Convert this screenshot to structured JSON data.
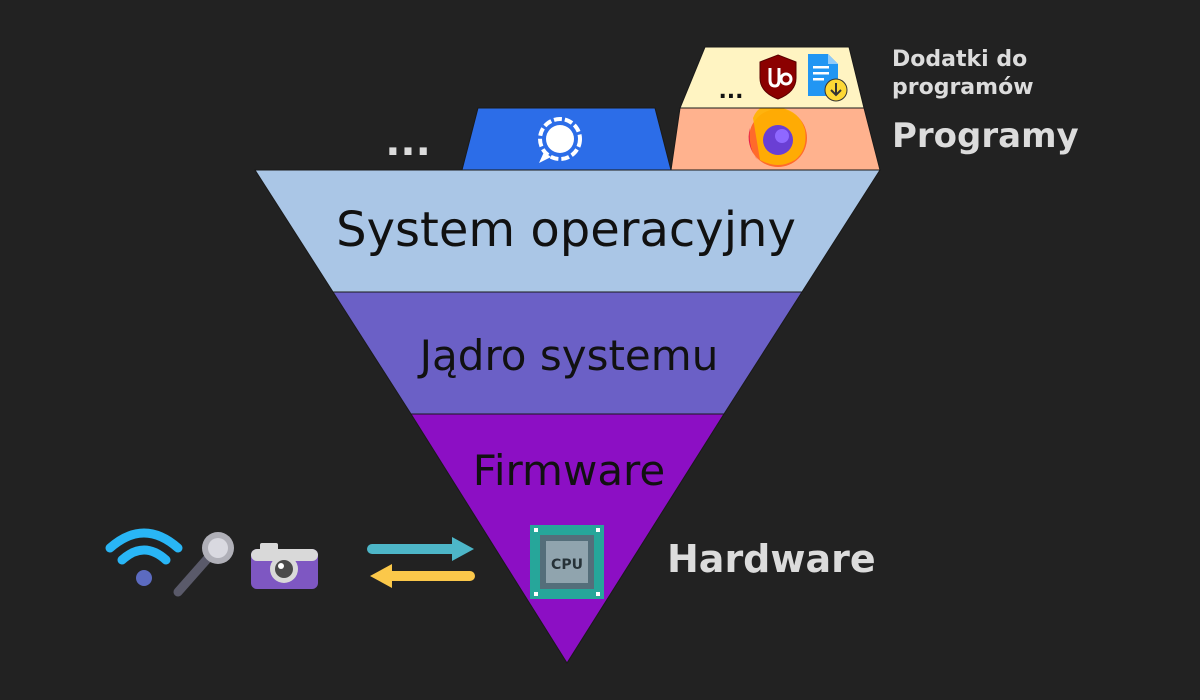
{
  "layers": {
    "os": "System operacyjny",
    "kernel": "Jądro systemu",
    "firmware": "Firmware"
  },
  "labels": {
    "addons": "Dodatki do programów",
    "programs": "Programy",
    "hardware": "Hardware"
  },
  "ellipsis": {
    "other_programs": "...",
    "other_addons": "..."
  },
  "icons": [
    "signal-icon",
    "firefox-icon",
    "ublock-origin-icon",
    "download-file-icon",
    "wifi-icon",
    "microphone-icon",
    "camera-icon",
    "exchange-arrows-icon",
    "cpu-icon"
  ],
  "colors": {
    "background": "#222222",
    "os_layer": "#aac6e6",
    "kernel_layer": "#6b60c6",
    "firmware_layer": "#8c0fc4",
    "signal_block": "#2c6de8",
    "firefox_block": "#ffb28e",
    "addons_block": "#fff4c2",
    "label_text": "#dcdcdc"
  }
}
